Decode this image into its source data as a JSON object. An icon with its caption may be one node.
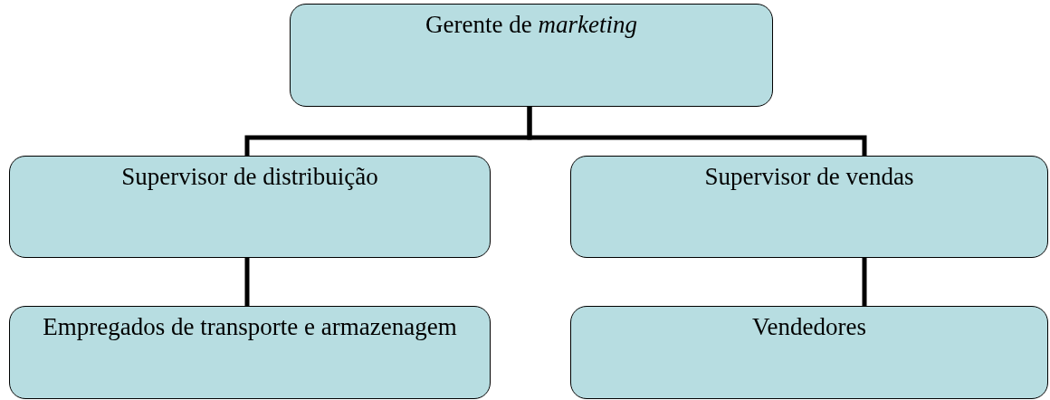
{
  "diagram": {
    "nodes": [
      {
        "text": [
          "Gerente de *marketing*"
        ]
      },
      {
        "text": [
          "Supervisor de distribuição"
        ]
      },
      {
        "text": [
          "Supervisor de vendas"
        ]
      },
      {
        "text": [
          "Empregados de transporte e armazenagem"
        ]
      },
      {
        "text": [
          "Vendedores"
        ]
      }
    ],
    "edges": [
      {
        "from": 0,
        "to": 1,
        "arrow": "none"
      },
      {
        "from": 0,
        "to": 2,
        "arrow": "none"
      },
      {
        "from": 1,
        "to": 3,
        "arrow": "none"
      },
      {
        "from": 2,
        "to": 4,
        "arrow": "none"
      }
    ]
  }
}
